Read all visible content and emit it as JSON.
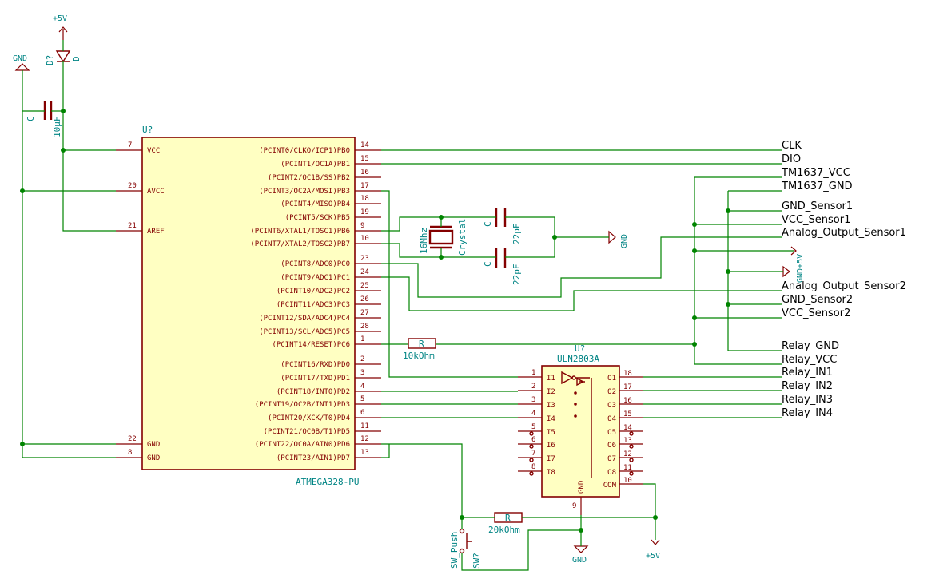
{
  "mcu": {
    "ref": "U?",
    "value": "ATMEGA328-PU",
    "left_pins": [
      {
        "num": "7",
        "name": "VCC"
      },
      {
        "num": "20",
        "name": "AVCC"
      },
      {
        "num": "21",
        "name": "AREF"
      },
      {
        "num": "22",
        "name": "GND"
      },
      {
        "num": "8",
        "name": "GND"
      }
    ],
    "right_pins": [
      {
        "num": "14",
        "name": "(PCINT0/CLKO/ICP1)PB0"
      },
      {
        "num": "15",
        "name": "(PCINT1/OC1A)PB1"
      },
      {
        "num": "16",
        "name": "(PCINT2/OC1B/SS)PB2"
      },
      {
        "num": "17",
        "name": "(PCINT3/OC2A/MOSI)PB3"
      },
      {
        "num": "18",
        "name": "(PCINT4/MISO)PB4"
      },
      {
        "num": "19",
        "name": "(PCINT5/SCK)PB5"
      },
      {
        "num": "9",
        "name": "(PCINT6/XTAL1/TOSC1)PB6"
      },
      {
        "num": "10",
        "name": "(PCINT7/XTAL2/TOSC2)PB7"
      },
      {
        "num": "23",
        "name": "(PCINT8/ADC0)PC0"
      },
      {
        "num": "24",
        "name": "(PCINT9/ADC1)PC1"
      },
      {
        "num": "25",
        "name": "(PCINT10/ADC2)PC2"
      },
      {
        "num": "26",
        "name": "(PCINT11/ADC3)PC3"
      },
      {
        "num": "27",
        "name": "(PCINT12/SDA/ADC4)PC4"
      },
      {
        "num": "28",
        "name": "(PCINT13/SCL/ADC5)PC5"
      },
      {
        "num": "1",
        "name": "(PCINT14/RESET)PC6"
      },
      {
        "num": "2",
        "name": "(PCINT16/RXD)PD0"
      },
      {
        "num": "3",
        "name": "(PCINT17/TXD)PD1"
      },
      {
        "num": "4",
        "name": "(PCINT18/INT0)PD2"
      },
      {
        "num": "5",
        "name": "(PCINT19/OC2B/INT1)PD3"
      },
      {
        "num": "6",
        "name": "(PCINT20/XCK/T0)PD4"
      },
      {
        "num": "11",
        "name": "(PCINT21/OC0B/T1)PD5"
      },
      {
        "num": "12",
        "name": "(PCINT22/OC0A/AIN0)PD6"
      },
      {
        "num": "13",
        "name": "(PCINT23/AIN1)PD7"
      }
    ]
  },
  "driver": {
    "ref": "U?",
    "value": "ULN2803A",
    "left_pins": [
      {
        "num": "1",
        "name": "I1"
      },
      {
        "num": "2",
        "name": "I2"
      },
      {
        "num": "3",
        "name": "I3"
      },
      {
        "num": "4",
        "name": "I4"
      },
      {
        "num": "5",
        "name": "I5"
      },
      {
        "num": "6",
        "name": "I6"
      },
      {
        "num": "7",
        "name": "I7"
      },
      {
        "num": "8",
        "name": "I8"
      }
    ],
    "right_pins": [
      {
        "num": "18",
        "name": "O1"
      },
      {
        "num": "17",
        "name": "O2"
      },
      {
        "num": "16",
        "name": "O3"
      },
      {
        "num": "15",
        "name": "O4"
      },
      {
        "num": "14",
        "name": "O5"
      },
      {
        "num": "13",
        "name": "O6"
      },
      {
        "num": "12",
        "name": "O7"
      },
      {
        "num": "11",
        "name": "O8"
      },
      {
        "num": "10",
        "name": "COM"
      }
    ],
    "gnd_pin": {
      "num": "9",
      "name": "GND"
    }
  },
  "passives": {
    "c_decouple": {
      "ref": "C",
      "value": "10μF"
    },
    "diode": {
      "ref": "D?",
      "value": "D"
    },
    "crystal": {
      "ref": "16Mhz",
      "value": "Crystal"
    },
    "c_xtal1": {
      "ref": "C",
      "value": "22pF"
    },
    "c_xtal2": {
      "ref": "C",
      "value": "22pF"
    },
    "r_reset": {
      "ref": "R",
      "value": "10kOhm"
    },
    "r_pull": {
      "ref": "R",
      "value": "20kOhm"
    },
    "switch": {
      "ref": "SW?",
      "value": "SW_Push"
    }
  },
  "power": {
    "gnd": "GND",
    "vcc": "+5V",
    "gnd_plus5": "GND+5V"
  },
  "net_labels": [
    "CLK",
    "DIO",
    "TM1637_VCC",
    "TM1637_GND",
    "GND_Sensor1",
    "VCC_Sensor1",
    "Analog_Output_Sensor1",
    "Analog_Output_Sensor2",
    "GND_Sensor2",
    "VCC_Sensor2",
    "Relay_GND",
    "Relay_VCC",
    "Relay_IN1",
    "Relay_IN2",
    "Relay_IN3",
    "Relay_IN4"
  ]
}
